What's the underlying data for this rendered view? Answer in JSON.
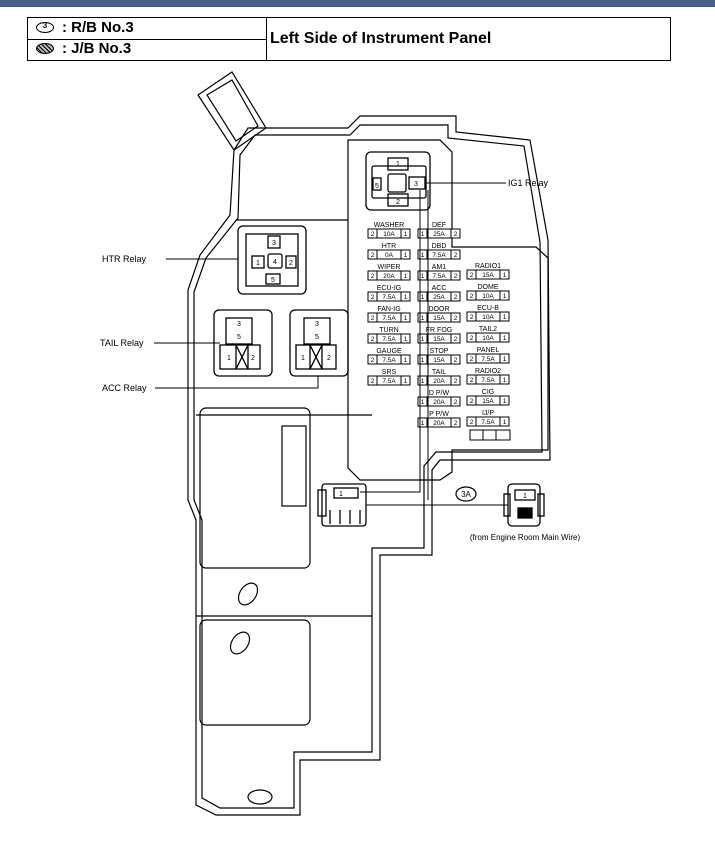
{
  "header": {
    "legend": [
      {
        "symbol": "3",
        "label": ": R/B No.3"
      },
      {
        "symbol": "",
        "label": ": J/B No.3"
      }
    ],
    "title": "Left Side of Instrument Panel"
  },
  "relays": {
    "ig1": "IG1 Relay",
    "htr": "HTR Relay",
    "tail": "TAIL Relay",
    "acc": "ACC Relay"
  },
  "connector": {
    "code": "3A",
    "note": "(from Engine Room Main Wire)",
    "pin": "1"
  },
  "fuse_columns": {
    "left": [
      {
        "name": "WASHER",
        "l": "2",
        "amp": "10A",
        "r": "1"
      },
      {
        "name": "HTR",
        "l": "2",
        "amp": "0A",
        "r": "1"
      },
      {
        "name": "WIPER",
        "l": "2",
        "amp": "20A",
        "r": "1"
      },
      {
        "name": "ECU-IG",
        "l": "2",
        "amp": "7.5A",
        "r": "1"
      },
      {
        "name": "FAN-IG",
        "l": "2",
        "amp": "7.5A",
        "r": "1"
      },
      {
        "name": "TURN",
        "l": "2",
        "amp": "7.5A",
        "r": "1"
      },
      {
        "name": "GAUGE",
        "l": "2",
        "amp": "7.5A",
        "r": "1"
      },
      {
        "name": "SRS",
        "l": "2",
        "amp": "7.5A",
        "r": "1"
      }
    ],
    "middle": [
      {
        "name": "DEF",
        "l": "1",
        "amp": "25A",
        "r": "2"
      },
      {
        "name": "DBD",
        "l": "1",
        "amp": "7.5A",
        "r": "2"
      },
      {
        "name": "AM1",
        "l": "1",
        "amp": "7.5A",
        "r": "2"
      },
      {
        "name": "ACC",
        "l": "1",
        "amp": "25A",
        "r": "2"
      },
      {
        "name": "DOOR",
        "l": "1",
        "amp": "15A",
        "r": "2"
      },
      {
        "name": "FR FOG",
        "l": "1",
        "amp": "15A",
        "r": "2"
      },
      {
        "name": "STOP",
        "l": "1",
        "amp": "15A",
        "r": "2"
      },
      {
        "name": "TAIL",
        "l": "1",
        "amp": "20A",
        "r": "2"
      },
      {
        "name": "D P/W",
        "l": "1",
        "amp": "20A",
        "r": "2"
      },
      {
        "name": "P P/W",
        "l": "1",
        "amp": "20A",
        "r": "2"
      }
    ],
    "right": [
      {
        "name": "RADIO1",
        "l": "2",
        "amp": "15A",
        "r": "1"
      },
      {
        "name": "DOME",
        "l": "2",
        "amp": "10A",
        "r": "1"
      },
      {
        "name": "ECU-B",
        "l": "2",
        "amp": "10A",
        "r": "1"
      },
      {
        "name": "TAIL2",
        "l": "2",
        "amp": "10A",
        "r": "1"
      },
      {
        "name": "PANEL",
        "l": "2",
        "amp": "7.5A",
        "r": "1"
      },
      {
        "name": "RADIO2",
        "l": "2",
        "amp": "7.5A",
        "r": "1"
      },
      {
        "name": "CIG",
        "l": "2",
        "amp": "15A",
        "r": "1"
      },
      {
        "name": "IJ/P",
        "l": "2",
        "amp": "7.5A",
        "r": "1"
      }
    ]
  }
}
